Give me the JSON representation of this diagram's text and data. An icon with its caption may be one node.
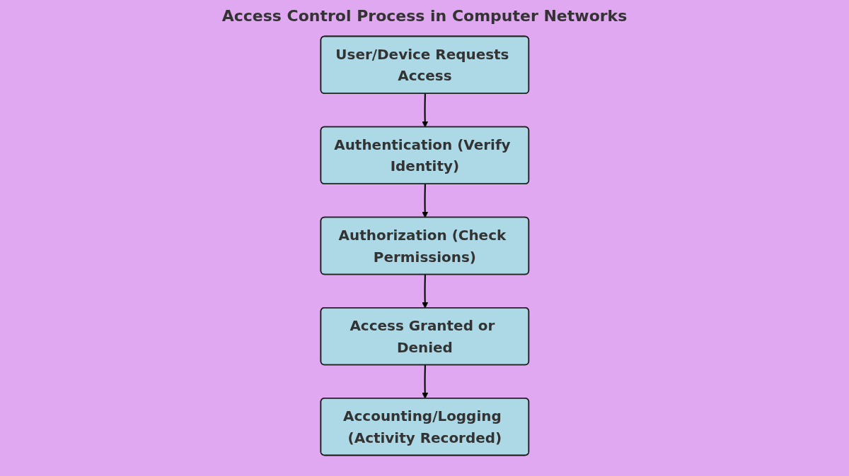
{
  "diagram": {
    "title": "Access Control Process in Computer Networks",
    "nodes": [
      {
        "text": [
          "User/Device Requests Access"
        ]
      },
      {
        "text": [
          "Authentication (Verify Identity)"
        ]
      },
      {
        "text": [
          "Authorization (Check Permissions)"
        ]
      },
      {
        "text": [
          "Access Granted or Denied"
        ]
      },
      {
        "text": [
          "Accounting/Logging (Activity Recorded)"
        ]
      }
    ],
    "edges": [
      {
        "from": 0,
        "to": 1,
        "arrow": "to"
      },
      {
        "from": 1,
        "to": 2,
        "arrow": "to"
      },
      {
        "from": 2,
        "to": 3,
        "arrow": "to"
      },
      {
        "from": 3,
        "to": 4,
        "arrow": "to"
      }
    ]
  }
}
